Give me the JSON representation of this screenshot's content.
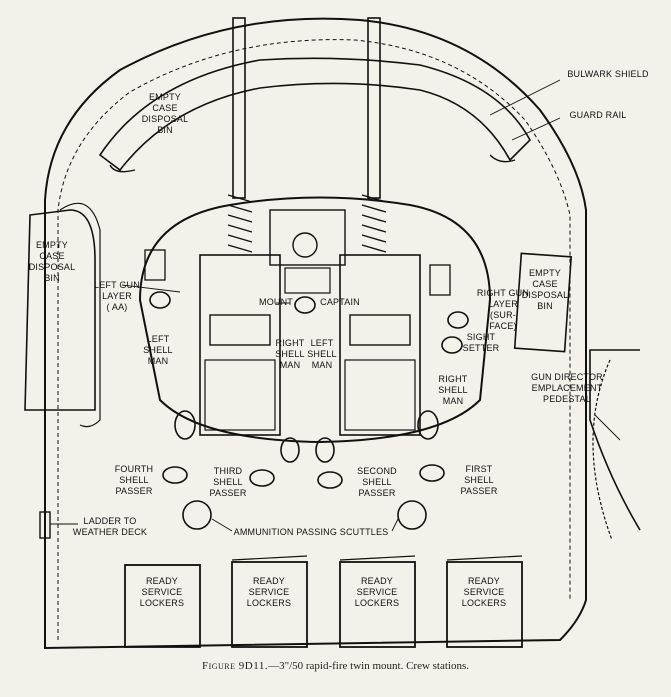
{
  "labels": {
    "bulwark_shield": "BULWARK SHIELD",
    "guard_rail": "GUARD RAIL",
    "empty_case_top": [
      "EMPTY",
      "CASE",
      "DISPOSAL",
      "BIN"
    ],
    "empty_case_left": [
      "EMPTY",
      "CASE",
      "DISPOSAL",
      "BIN"
    ],
    "empty_case_right": [
      "EMPTY",
      "CASE",
      "DISPOSAL",
      "BIN"
    ],
    "left_gun_layer": [
      "LEFT GUN",
      "LAYER",
      "( AA)"
    ],
    "mount": "MOUNT",
    "captain": "CAPTAIN",
    "right_gun_layer": [
      "RIGHT GUN",
      "LAYER",
      "(SUR-",
      "FACE)"
    ],
    "sight_setter": [
      "SIGHT",
      "SETTER"
    ],
    "left_shell_man_a": [
      "LEFT",
      "SHELL",
      "MAN"
    ],
    "right_shell_man_a": [
      "RIGHT",
      "SHELL",
      "MAN"
    ],
    "left_shell_man_b": [
      "LEFT",
      "SHELL",
      "MAN"
    ],
    "right_shell_man_b": [
      "RIGHT",
      "SHELL",
      "MAN"
    ],
    "gun_director": [
      "GUN DIRECTOR",
      "EMPLACEMENT",
      "PEDESTAL"
    ],
    "fourth_passer": [
      "FOURTH",
      "SHELL",
      "PASSER"
    ],
    "third_passer": [
      "THIRD",
      "SHELL",
      "PASSER"
    ],
    "second_passer": [
      "SECOND",
      "SHELL",
      "PASSER"
    ],
    "first_passer": [
      "FIRST",
      "SHELL",
      "PASSER"
    ],
    "ladder": [
      "LADDER TO",
      "WEATHER DECK"
    ],
    "scuttles": "AMMUNITION PASSING SCUTTLES",
    "ready_lockers": [
      "READY",
      "SERVICE",
      "LOCKERS"
    ]
  },
  "caption": {
    "figure": "Figure 9D11.",
    "text": "—3\"/50 rapid-fire twin mount.   Crew stations."
  }
}
